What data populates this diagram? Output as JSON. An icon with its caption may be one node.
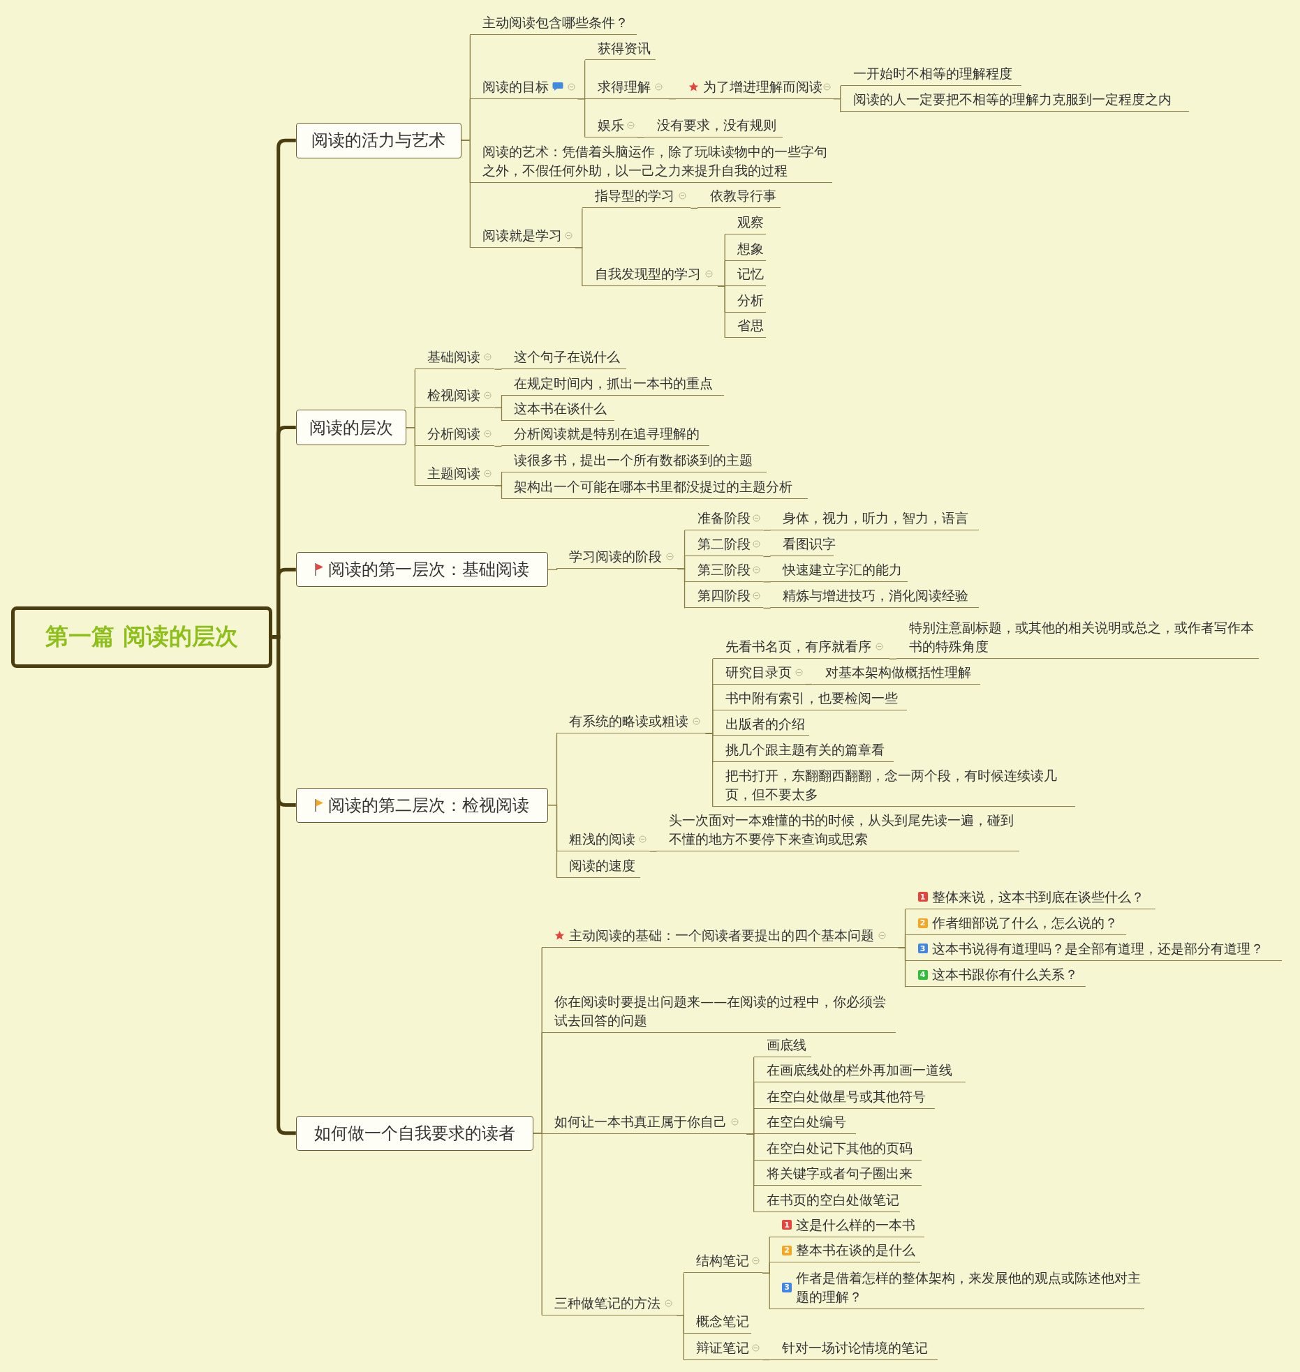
{
  "diagram": {
    "nodes": [
      {
        "text": [
          "第一篇 阅读的层次"
        ]
      },
      {
        "text": [
          "阅读的活力与艺术"
        ]
      },
      {
        "text": [
          "主动阅读包含哪些条件？"
        ]
      },
      {
        "text": [
          "阅读的目标"
        ]
      },
      {
        "text": [
          "获得资讯"
        ]
      },
      {
        "text": [
          "求得理解"
        ]
      },
      {
        "text": [
          "为了增进理解而阅读"
        ]
      },
      {
        "text": [
          "一开始时不相等的理解程度"
        ]
      },
      {
        "text": [
          "阅读的人一定要把不相等的理解力克服到一定程度之内"
        ]
      },
      {
        "text": [
          "娱乐"
        ]
      },
      {
        "text": [
          "没有要求，没有规则"
        ]
      },
      {
        "text": [
          "阅读的艺术：凭借着头脑运作，除了玩味读物中的一些字句之外，不假任何外助，以一己之力来提升自我的过程"
        ]
      },
      {
        "text": [
          "阅读就是学习"
        ]
      },
      {
        "text": [
          "指导型的学习"
        ]
      },
      {
        "text": [
          "依教导行事"
        ]
      },
      {
        "text": [
          "自我发现型的学习"
        ]
      },
      {
        "text": [
          "观察"
        ]
      },
      {
        "text": [
          "想象"
        ]
      },
      {
        "text": [
          "记忆"
        ]
      },
      {
        "text": [
          "分析"
        ]
      },
      {
        "text": [
          "省思"
        ]
      },
      {
        "text": [
          "阅读的层次"
        ]
      },
      {
        "text": [
          "基础阅读"
        ]
      },
      {
        "text": [
          "这个句子在说什么"
        ]
      },
      {
        "text": [
          "检视阅读"
        ]
      },
      {
        "text": [
          "在规定时间内，抓出一本书的重点"
        ]
      },
      {
        "text": [
          "这本书在谈什么"
        ]
      },
      {
        "text": [
          "分析阅读"
        ]
      },
      {
        "text": [
          "分析阅读就是特别在追寻理解的"
        ]
      },
      {
        "text": [
          "主题阅读"
        ]
      },
      {
        "text": [
          "读很多书，提出一个所有数都谈到的主题"
        ]
      },
      {
        "text": [
          "架构出一个可能在哪本书里都没提过的主题分析"
        ]
      },
      {
        "text": [
          "阅读的第一层次：基础阅读"
        ]
      },
      {
        "text": [
          "学习阅读的阶段"
        ]
      },
      {
        "text": [
          "准备阶段"
        ]
      },
      {
        "text": [
          "身体，视力，听力，智力，语言"
        ]
      },
      {
        "text": [
          "第二阶段"
        ]
      },
      {
        "text": [
          "看图识字"
        ]
      },
      {
        "text": [
          "第三阶段"
        ]
      },
      {
        "text": [
          "快速建立字汇的能力"
        ]
      },
      {
        "text": [
          "第四阶段"
        ]
      },
      {
        "text": [
          "精炼与增进技巧，消化阅读经验"
        ]
      },
      {
        "text": [
          "阅读的第二层次：检视阅读"
        ]
      },
      {
        "text": [
          "有系统的略读或粗读"
        ]
      },
      {
        "text": [
          "先看书名页，有序就看序"
        ]
      },
      {
        "text": [
          "特别注意副标题，或其他的相关说明或总之，或作者写作本书的特殊角度"
        ]
      },
      {
        "text": [
          "研究目录页"
        ]
      },
      {
        "text": [
          "对基本架构做概括性理解"
        ]
      },
      {
        "text": [
          "书中附有索引，也要检阅一些"
        ]
      },
      {
        "text": [
          "出版者的介绍"
        ]
      },
      {
        "text": [
          "挑几个跟主题有关的篇章看"
        ]
      },
      {
        "text": [
          "把书打开，东翻翻西翻翻，念一两个段，有时候连续读几页，但不要太多"
        ]
      },
      {
        "text": [
          "粗浅的阅读"
        ]
      },
      {
        "text": [
          "头一次面对一本难懂的书的时候，从头到尾先读一遍，碰到不懂的地方不要停下来查询或思索"
        ]
      },
      {
        "text": [
          "阅读的速度"
        ]
      },
      {
        "text": [
          "如何做一个自我要求的读者"
        ]
      },
      {
        "text": [
          "主动阅读的基础：一个阅读者要提出的四个基本问题"
        ]
      },
      {
        "text": [
          "1",
          "整体来说，这本书到底在谈些什么？"
        ]
      },
      {
        "text": [
          "2",
          "作者细部说了什么，怎么说的？"
        ]
      },
      {
        "text": [
          "3",
          "这本书说得有道理吗？是全部有道理，还是部分有道理？"
        ]
      },
      {
        "text": [
          "4",
          "这本书跟你有什么关系？"
        ]
      },
      {
        "text": [
          "你在阅读时要提出问题来——在阅读的过程中，你必须尝试去回答的问题"
        ]
      },
      {
        "text": [
          "如何让一本书真正属于你自己"
        ]
      },
      {
        "text": [
          "画底线"
        ]
      },
      {
        "text": [
          "在画底线处的栏外再加画一道线"
        ]
      },
      {
        "text": [
          "在空白处做星号或其他符号"
        ]
      },
      {
        "text": [
          "在空白处编号"
        ]
      },
      {
        "text": [
          "在空白处记下其他的页码"
        ]
      },
      {
        "text": [
          "将关键字或者句子圈出来"
        ]
      },
      {
        "text": [
          "在书页的空白处做笔记"
        ]
      },
      {
        "text": [
          "三种做笔记的方法"
        ]
      },
      {
        "text": [
          "结构笔记"
        ]
      },
      {
        "text": [
          "1",
          "这是什么样的一本书"
        ]
      },
      {
        "text": [
          "2",
          "整本书在谈的是什么"
        ]
      },
      {
        "text": [
          "3",
          "作者是借着怎样的整体架构，来发展他的观点或陈述他对主题的理解？"
        ]
      },
      {
        "text": [
          "概念笔记"
        ]
      },
      {
        "text": [
          "辩证笔记"
        ]
      },
      {
        "text": [
          "针对一场讨论情境的笔记"
        ]
      }
    ],
    "edges": [
      {
        "from": 0,
        "to": 1,
        "arrow": "none",
        "style": "thick",
        "color": "#4a3d0f"
      },
      {
        "from": 1,
        "to": 2,
        "arrow": "none"
      },
      {
        "from": 1,
        "to": 3,
        "arrow": "none"
      },
      {
        "from": 3,
        "to": 4,
        "arrow": "none"
      },
      {
        "from": 3,
        "to": 5,
        "arrow": "none"
      },
      {
        "from": 5,
        "to": 6,
        "arrow": "none"
      },
      {
        "from": 6,
        "to": 7,
        "arrow": "none"
      },
      {
        "from": 6,
        "to": 8,
        "arrow": "none"
      },
      {
        "from": 3,
        "to": 9,
        "arrow": "none"
      },
      {
        "from": 9,
        "to": 10,
        "arrow": "none"
      },
      {
        "from": 1,
        "to": 11,
        "arrow": "none"
      },
      {
        "from": 1,
        "to": 12,
        "arrow": "none"
      },
      {
        "from": 12,
        "to": 13,
        "arrow": "none"
      },
      {
        "from": 13,
        "to": 14,
        "arrow": "none"
      },
      {
        "from": 12,
        "to": 15,
        "arrow": "none"
      },
      {
        "from": 15,
        "to": 16,
        "arrow": "none"
      },
      {
        "from": 15,
        "to": 17,
        "arrow": "none"
      },
      {
        "from": 15,
        "to": 18,
        "arrow": "none"
      },
      {
        "from": 15,
        "to": 19,
        "arrow": "none"
      },
      {
        "from": 15,
        "to": 20,
        "arrow": "none"
      },
      {
        "from": 0,
        "to": 21,
        "arrow": "none",
        "style": "thick",
        "color": "#4a3d0f"
      },
      {
        "from": 21,
        "to": 22,
        "arrow": "none"
      },
      {
        "from": 22,
        "to": 23,
        "arrow": "none"
      },
      {
        "from": 21,
        "to": 24,
        "arrow": "none"
      },
      {
        "from": 24,
        "to": 25,
        "arrow": "none"
      },
      {
        "from": 24,
        "to": 26,
        "arrow": "none"
      },
      {
        "from": 21,
        "to": 27,
        "arrow": "none"
      },
      {
        "from": 27,
        "to": 28,
        "arrow": "none"
      },
      {
        "from": 21,
        "to": 29,
        "arrow": "none"
      },
      {
        "from": 29,
        "to": 30,
        "arrow": "none"
      },
      {
        "from": 29,
        "to": 31,
        "arrow": "none"
      },
      {
        "from": 0,
        "to": 32,
        "arrow": "none",
        "style": "thick",
        "color": "#4a3d0f"
      },
      {
        "from": 32,
        "to": 33,
        "arrow": "none"
      },
      {
        "from": 33,
        "to": 34,
        "arrow": "none"
      },
      {
        "from": 34,
        "to": 35,
        "arrow": "none"
      },
      {
        "from": 33,
        "to": 36,
        "arrow": "none"
      },
      {
        "from": 36,
        "to": 37,
        "arrow": "none"
      },
      {
        "from": 33,
        "to": 38,
        "arrow": "none"
      },
      {
        "from": 38,
        "to": 39,
        "arrow": "none"
      },
      {
        "from": 33,
        "to": 40,
        "arrow": "none"
      },
      {
        "from": 40,
        "to": 41,
        "arrow": "none"
      },
      {
        "from": 0,
        "to": 42,
        "arrow": "none",
        "style": "thick",
        "color": "#4a3d0f"
      },
      {
        "from": 42,
        "to": 43,
        "arrow": "none"
      },
      {
        "from": 43,
        "to": 44,
        "arrow": "none"
      },
      {
        "from": 44,
        "to": 45,
        "arrow": "none"
      },
      {
        "from": 43,
        "to": 46,
        "arrow": "none"
      },
      {
        "from": 46,
        "to": 47,
        "arrow": "none"
      },
      {
        "from": 43,
        "to": 48,
        "arrow": "none"
      },
      {
        "from": 43,
        "to": 49,
        "arrow": "none"
      },
      {
        "from": 43,
        "to": 50,
        "arrow": "none"
      },
      {
        "from": 43,
        "to": 51,
        "arrow": "none"
      },
      {
        "from": 42,
        "to": 52,
        "arrow": "none"
      },
      {
        "from": 52,
        "to": 53,
        "arrow": "none"
      },
      {
        "from": 42,
        "to": 54,
        "arrow": "none"
      },
      {
        "from": 0,
        "to": 55,
        "arrow": "none",
        "style": "thick",
        "color": "#4a3d0f"
      },
      {
        "from": 55,
        "to": 56,
        "arrow": "none"
      },
      {
        "from": 56,
        "to": 57,
        "arrow": "none"
      },
      {
        "from": 56,
        "to": 58,
        "arrow": "none"
      },
      {
        "from": 56,
        "to": 59,
        "arrow": "none"
      },
      {
        "from": 56,
        "to": 60,
        "arrow": "none"
      },
      {
        "from": 55,
        "to": 61,
        "arrow": "none"
      },
      {
        "from": 55,
        "to": 62,
        "arrow": "none"
      },
      {
        "from": 62,
        "to": 63,
        "arrow": "none"
      },
      {
        "from": 62,
        "to": 64,
        "arrow": "none"
      },
      {
        "from": 62,
        "to": 65,
        "arrow": "none"
      },
      {
        "from": 62,
        "to": 66,
        "arrow": "none"
      },
      {
        "from": 62,
        "to": 67,
        "arrow": "none"
      },
      {
        "from": 62,
        "to": 68,
        "arrow": "none"
      },
      {
        "from": 62,
        "to": 69,
        "arrow": "none"
      },
      {
        "from": 55,
        "to": 70,
        "arrow": "none"
      },
      {
        "from": 70,
        "to": 71,
        "arrow": "none"
      },
      {
        "from": 71,
        "to": 72,
        "arrow": "none"
      },
      {
        "from": 71,
        "to": 73,
        "arrow": "none"
      },
      {
        "from": 71,
        "to": 74,
        "arrow": "none"
      },
      {
        "from": 70,
        "to": 75,
        "arrow": "none"
      },
      {
        "from": 70,
        "to": 76,
        "arrow": "none"
      },
      {
        "from": 76,
        "to": 77,
        "arrow": "none"
      }
    ]
  }
}
